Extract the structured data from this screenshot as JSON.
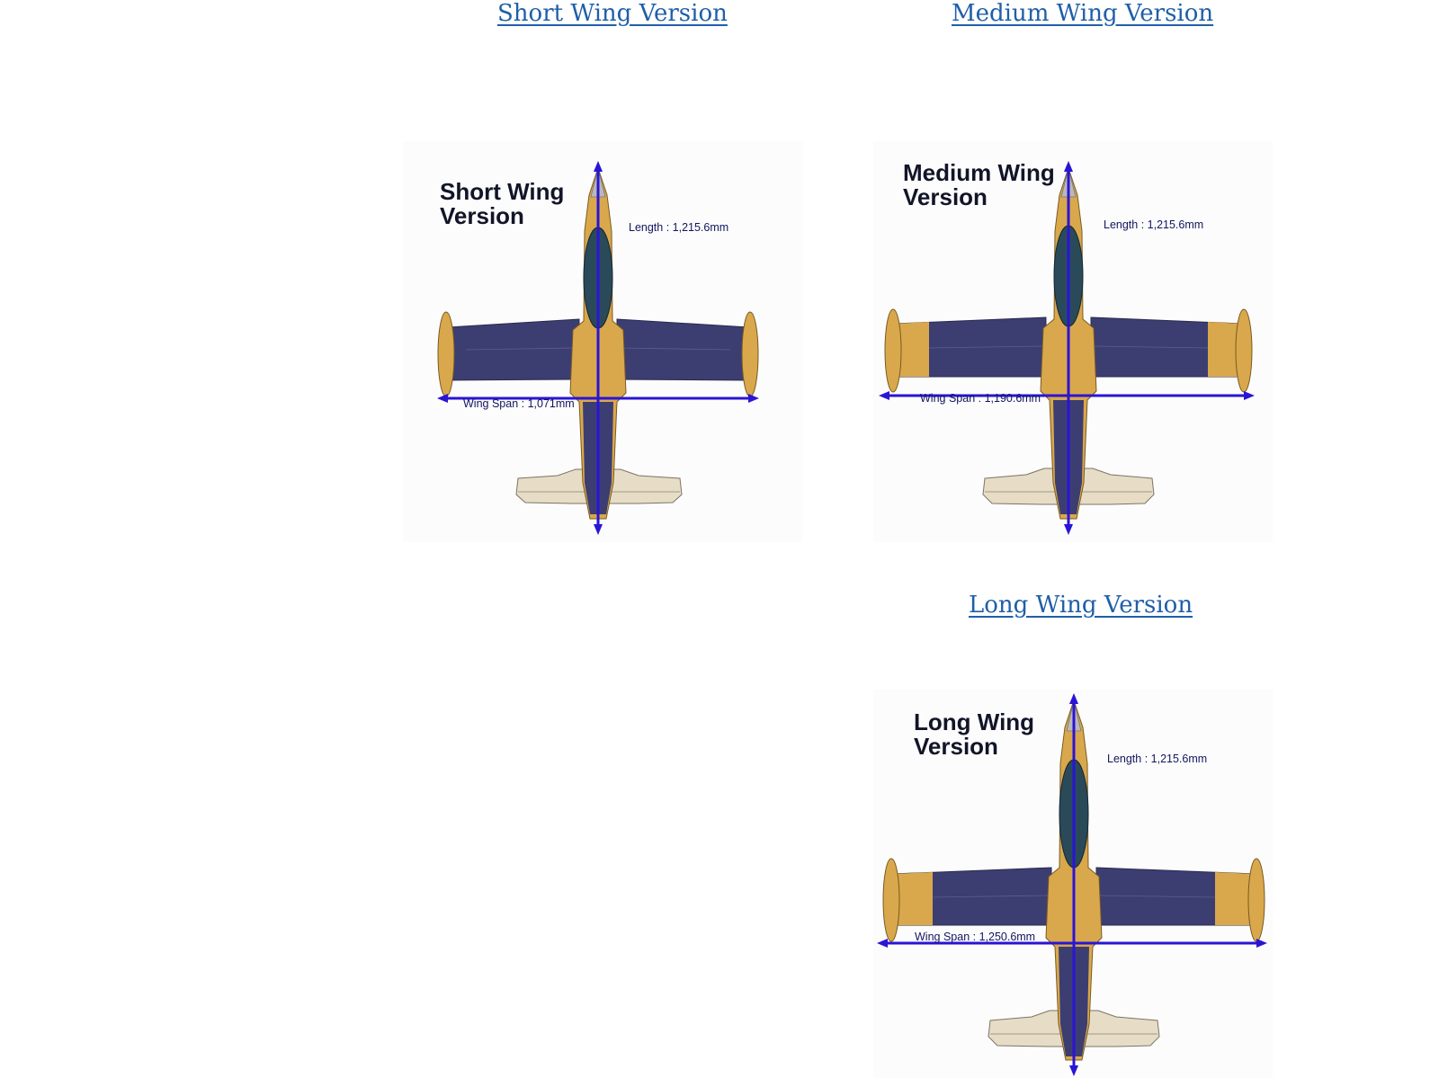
{
  "links": {
    "short": "Short Wing Version ",
    "medium": "Medium Wing Version",
    "long": "Long Wing Version"
  },
  "cards": {
    "short": {
      "title_line1": "Short Wing",
      "title_line2": "Version",
      "length": "Length : 1,215.6mm",
      "span": "Wing Span : 1,071mm"
    },
    "medium": {
      "title_line1": "Medium Wing",
      "title_line2": "Version",
      "length": "Length : 1,215.6mm",
      "span": "Wing Span : 1,190.6mm"
    },
    "long": {
      "title_line1": "Long Wing",
      "title_line2": "Version",
      "length": "Length : 1,215.6mm",
      "span": "Wing Span : 1,250.6mm"
    }
  },
  "colors": {
    "link": "#1f5fa8",
    "wing_navy": "#3c3e72",
    "fuselage_gold": "#d9a84c",
    "tail_cream": "#e7ddc6",
    "canopy": "#2a4a5a",
    "nose": "#b9b9b9",
    "dimension_arrow": "#2a14d6"
  }
}
